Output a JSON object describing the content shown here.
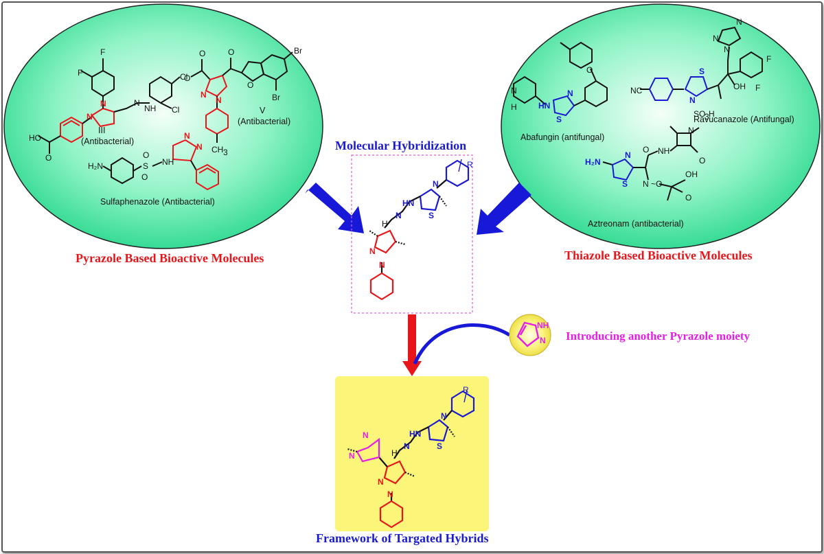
{
  "left_panel": {
    "title": "Pyrazole Based Bioactive Molecules",
    "compounds": {
      "c1": "III",
      "c1_activity": "(Antibacterial)",
      "c2": "V",
      "c2_activity": "(Antibacterial)",
      "c3": "Sulfaphenazole (Antibacterial)"
    }
  },
  "right_panel": {
    "title": "Thiazole Based Bioactive Molecules",
    "compounds": {
      "c1": "Abafungin (antifungal)",
      "c2": "Ravucanazole (Antifungal)",
      "c3": "Aztreonam (antibacterial)"
    }
  },
  "center": {
    "title": "Molecular Hybridization"
  },
  "side_note": "Introducing another Pyrazole moiety",
  "bottom": {
    "title": "Framework of Targated Hybrids"
  },
  "colors": {
    "pyrazole": "#e8161b",
    "thiazole": "#1a1ad0",
    "new_pyrazole": "#e81ee8",
    "panel_green": "#3ee89a",
    "target_box": "#fbf57a"
  }
}
